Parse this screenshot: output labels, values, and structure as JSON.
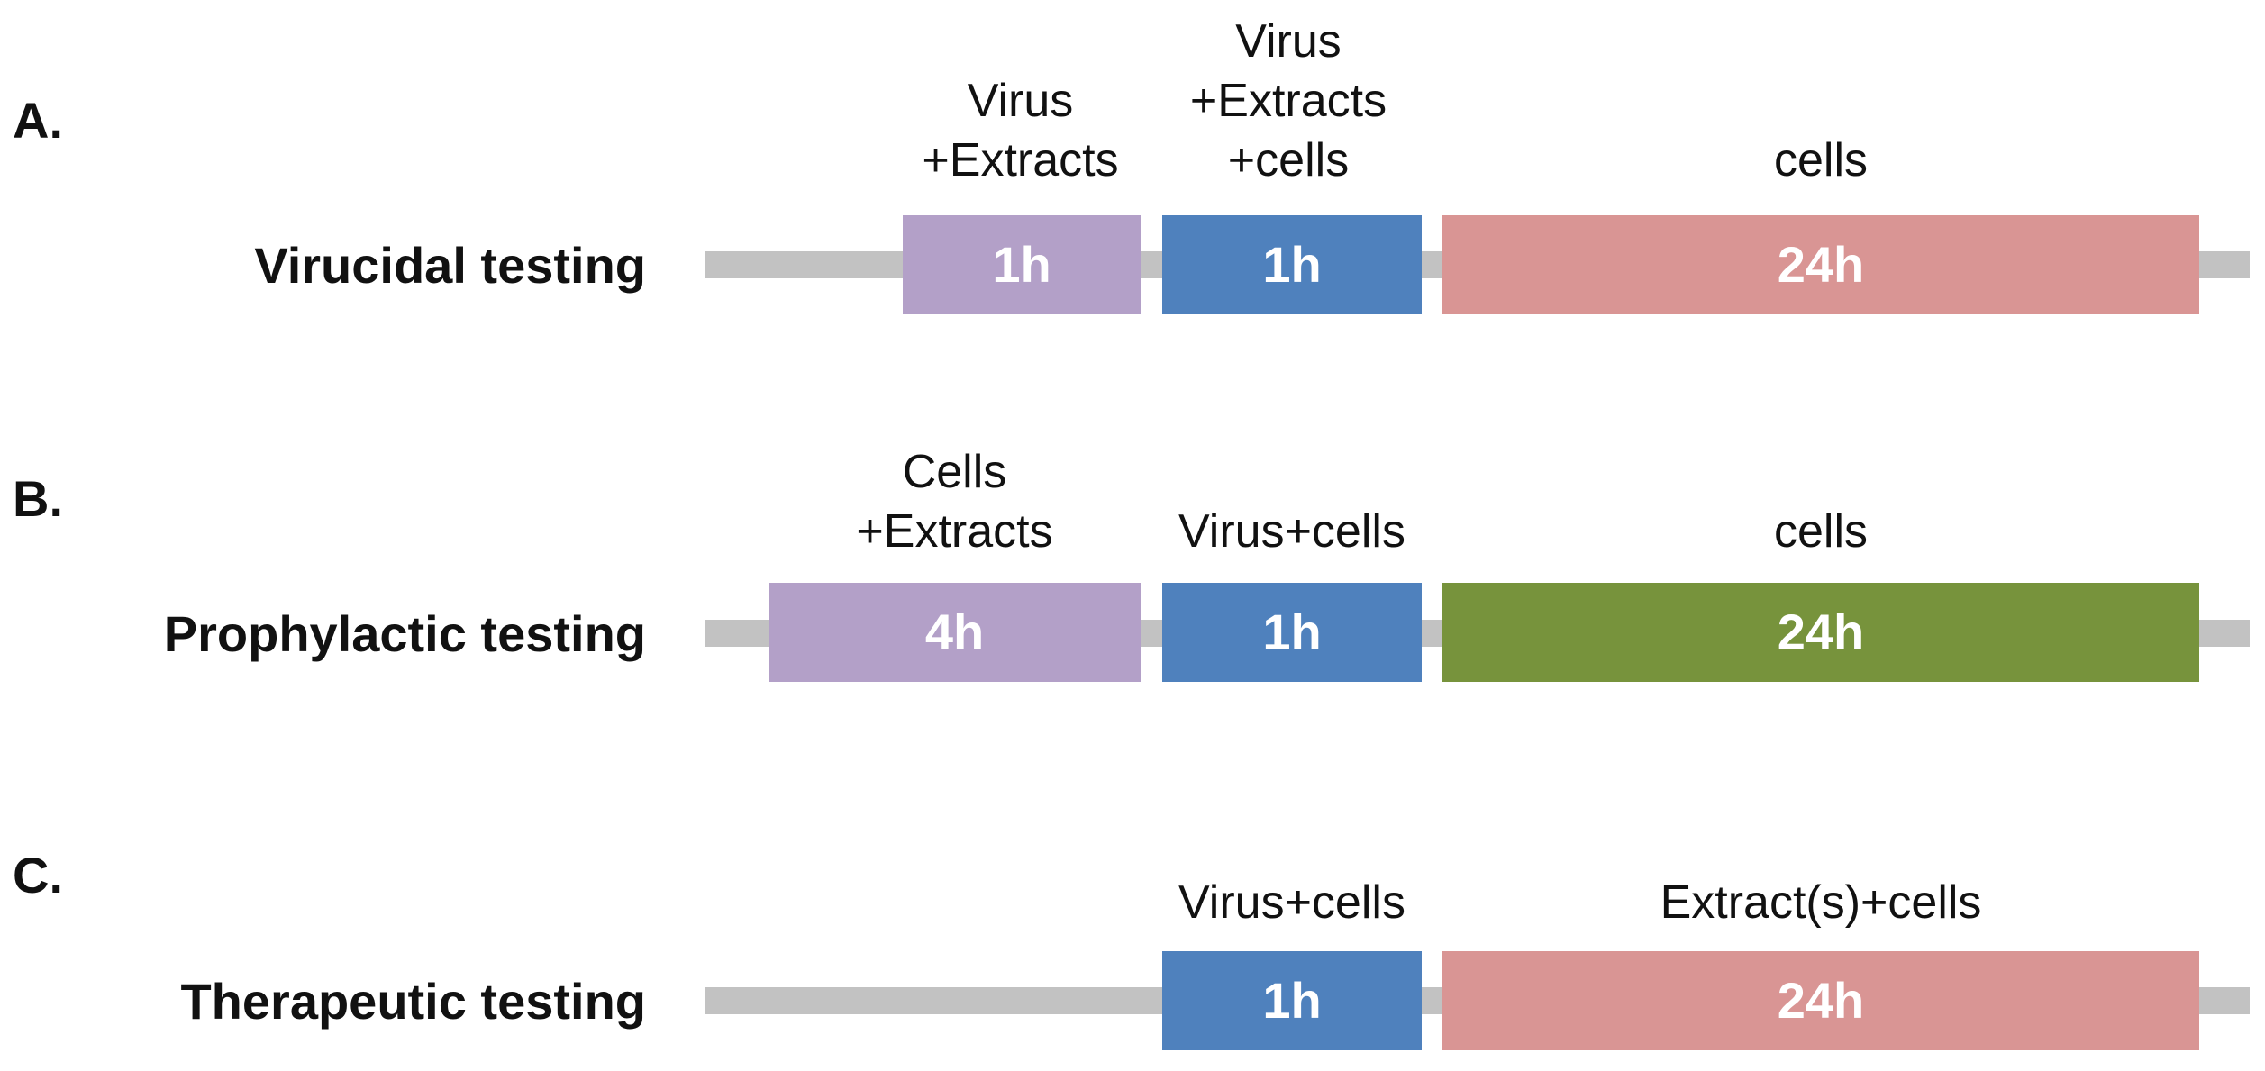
{
  "colors": {
    "purple": "#b3a0c8",
    "blue": "#4f81bd",
    "pink": "#d99594",
    "green": "#77933c",
    "track": "#c2c2c2",
    "box_text": "#ffffff"
  },
  "sections": {
    "a": {
      "letter": "A.",
      "label": "Virucidal testing",
      "step1": {
        "caption_line1": "Virus",
        "caption_line2": "+Extracts",
        "duration": "1h"
      },
      "step2": {
        "caption_line1": "Virus",
        "caption_line2": "+Extracts",
        "caption_line3": "+cells",
        "duration": "1h"
      },
      "step3": {
        "caption_line1": "cells",
        "duration": "24h"
      }
    },
    "b": {
      "letter": "B.",
      "label": "Prophylactic testing",
      "step1": {
        "caption_line1": "Cells",
        "caption_line2": "+Extracts",
        "duration": "4h"
      },
      "step2": {
        "caption_line1": "Virus+cells",
        "duration": "1h"
      },
      "step3": {
        "caption_line1": "cells",
        "duration": "24h"
      }
    },
    "c": {
      "letter": "C.",
      "label": "Therapeutic testing",
      "step1": {
        "caption_line1": "Virus+cells",
        "duration": "1h"
      },
      "step2": {
        "caption_line1": "Extract(s)+cells",
        "duration": "24h"
      }
    }
  }
}
